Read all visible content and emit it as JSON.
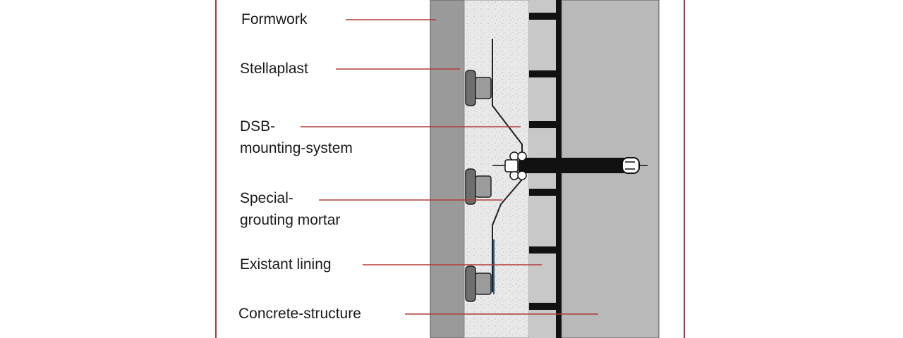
{
  "labels": {
    "formwork": "Formwork",
    "stellaplast": "Stellaplast",
    "dsb_line1": "DSB-",
    "dsb_line2": "mounting-system",
    "special_line1": "Special-",
    "special_line2": "grouting mortar",
    "existant_lining": "Existant lining",
    "concrete_structure": "Concrete-structure"
  },
  "colors": {
    "frame": "#b23a3a",
    "leader": "#b23a3a",
    "formwork": "#9a9a9a",
    "mortar": "#e6e6e6",
    "lining": "#c8c8c8",
    "concrete": "#b9b9b9",
    "anchor": "#111111"
  }
}
